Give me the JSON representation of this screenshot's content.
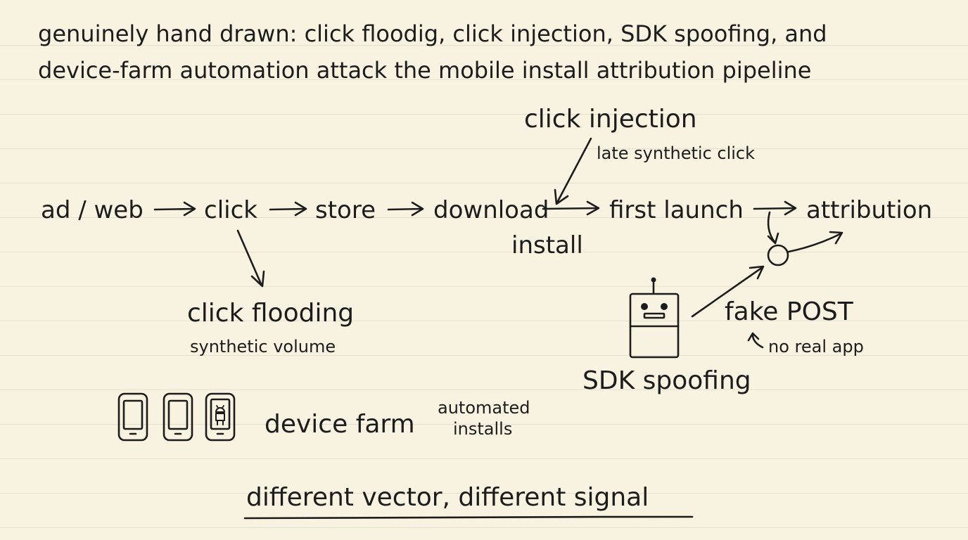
{
  "title": {
    "line1": "genuinely hand drawn: click floodig, click injection, SDK spoofing, and",
    "line2": "device-farm automation attack the mobile install attribution pipeline"
  },
  "pipeline": {
    "ad_web": "ad / web",
    "click": "click",
    "store": "store",
    "download": "download",
    "install": "install",
    "first_launch": "first launch",
    "attribution": "attribution"
  },
  "attacks": {
    "click_injection": {
      "label": "click injection",
      "note": "late synthetic click"
    },
    "click_flooding": {
      "label": "click flooding",
      "note": "synthetic volume"
    },
    "sdk_spoofing": {
      "label": "SDK spoofing",
      "payload": "fake POST",
      "note": "no real app"
    },
    "device_farm": {
      "label": "device farm",
      "note_line1": "automated",
      "note_line2": "installs"
    }
  },
  "footer": {
    "tagline": "different vector, different signal"
  },
  "colors": {
    "paper": "#f8f3e1",
    "ink": "#1c1c1c",
    "rule": "#e4dfcc"
  },
  "icons": [
    "robot-icon",
    "phone-icon",
    "android-phone-icon",
    "arrow-icon"
  ]
}
